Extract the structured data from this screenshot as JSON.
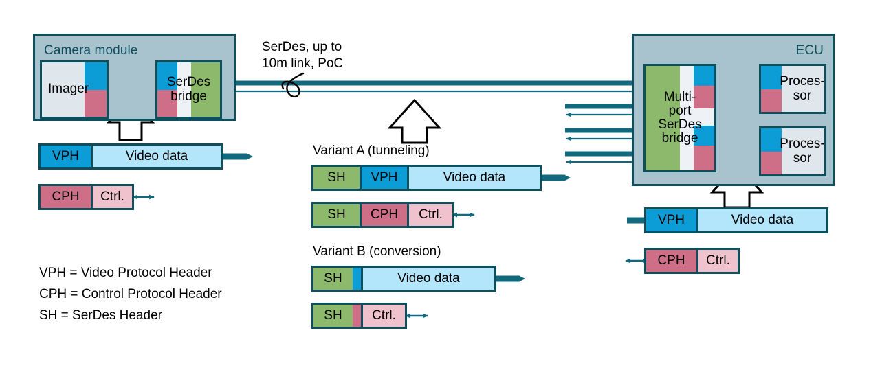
{
  "diagram": {
    "title_camera": "Camera module",
    "title_ecu": "ECU",
    "link_label_line1": "SerDes, up to",
    "link_label_line2": "10m link, PoC"
  },
  "camera": {
    "imager_label": "Imager",
    "serdes_line1": "SerDes",
    "serdes_line2": "bridge"
  },
  "ecu": {
    "bridge_line1": "Multi-",
    "bridge_line2": "port",
    "bridge_line3": "SerDes",
    "bridge_line4": "bridge",
    "processor1_line1": "Proces-",
    "processor1_line2": "sor",
    "processor2_line1": "Proces-",
    "processor2_line2": "sor"
  },
  "packets": {
    "camera_video": {
      "header": "VPH",
      "payload": "Video data"
    },
    "camera_ctrl": {
      "header": "CPH",
      "payload": "Ctrl."
    },
    "variant_a": {
      "title": "Variant A (tunneling)",
      "video": {
        "sh": "SH",
        "header": "VPH",
        "payload": "Video data"
      },
      "ctrl": {
        "sh": "SH",
        "header": "CPH",
        "payload": "Ctrl."
      }
    },
    "variant_b": {
      "title": "Variant B (conversion)",
      "video": {
        "sh": "SH",
        "payload": "Video data"
      },
      "ctrl": {
        "sh": "SH",
        "payload": "Ctrl."
      }
    },
    "ecu_video": {
      "header": "VPH",
      "payload": "Video data"
    },
    "ecu_ctrl": {
      "header": "CPH",
      "payload": "Ctrl."
    }
  },
  "legend": {
    "line1": "VPH = Video Protocol Header",
    "line2": "CPH = Control Protocol Header",
    "line3": "SH = SerDes Header"
  },
  "colors": {
    "teal_dark": "#0d4f5c",
    "teal_line": "#12697d",
    "container_fill": "#a8c3ce",
    "blue_header": "#0d9dd6",
    "blue_payload": "#b3e5fb",
    "pink_header": "#cf6f87",
    "pink_payload": "#f0c2cd",
    "green_sh": "#8cb96b",
    "box_body": "#dfe6ec",
    "white": "#ffffff"
  }
}
